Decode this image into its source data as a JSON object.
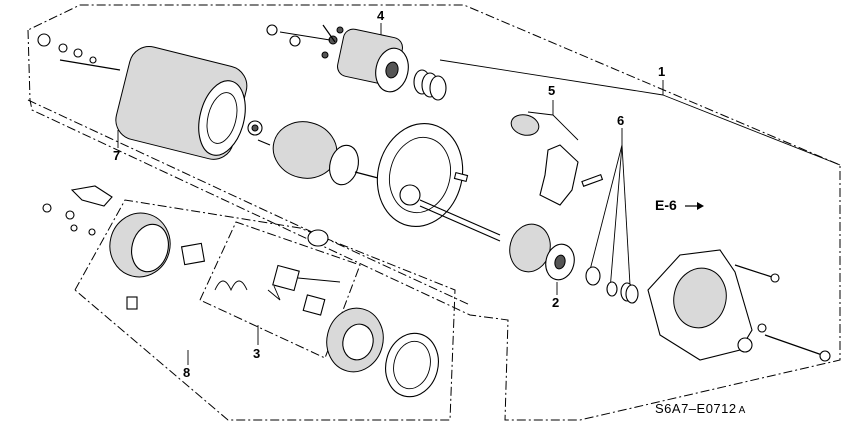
{
  "callouts": {
    "c1": "1",
    "c2": "2",
    "c3": "3",
    "c4": "4",
    "c5": "5",
    "c6": "6",
    "c7": "7",
    "c8": "8"
  },
  "reference": "E-6",
  "diagram_code": "S6A7–E0712",
  "diagram_code_suffix": "A"
}
